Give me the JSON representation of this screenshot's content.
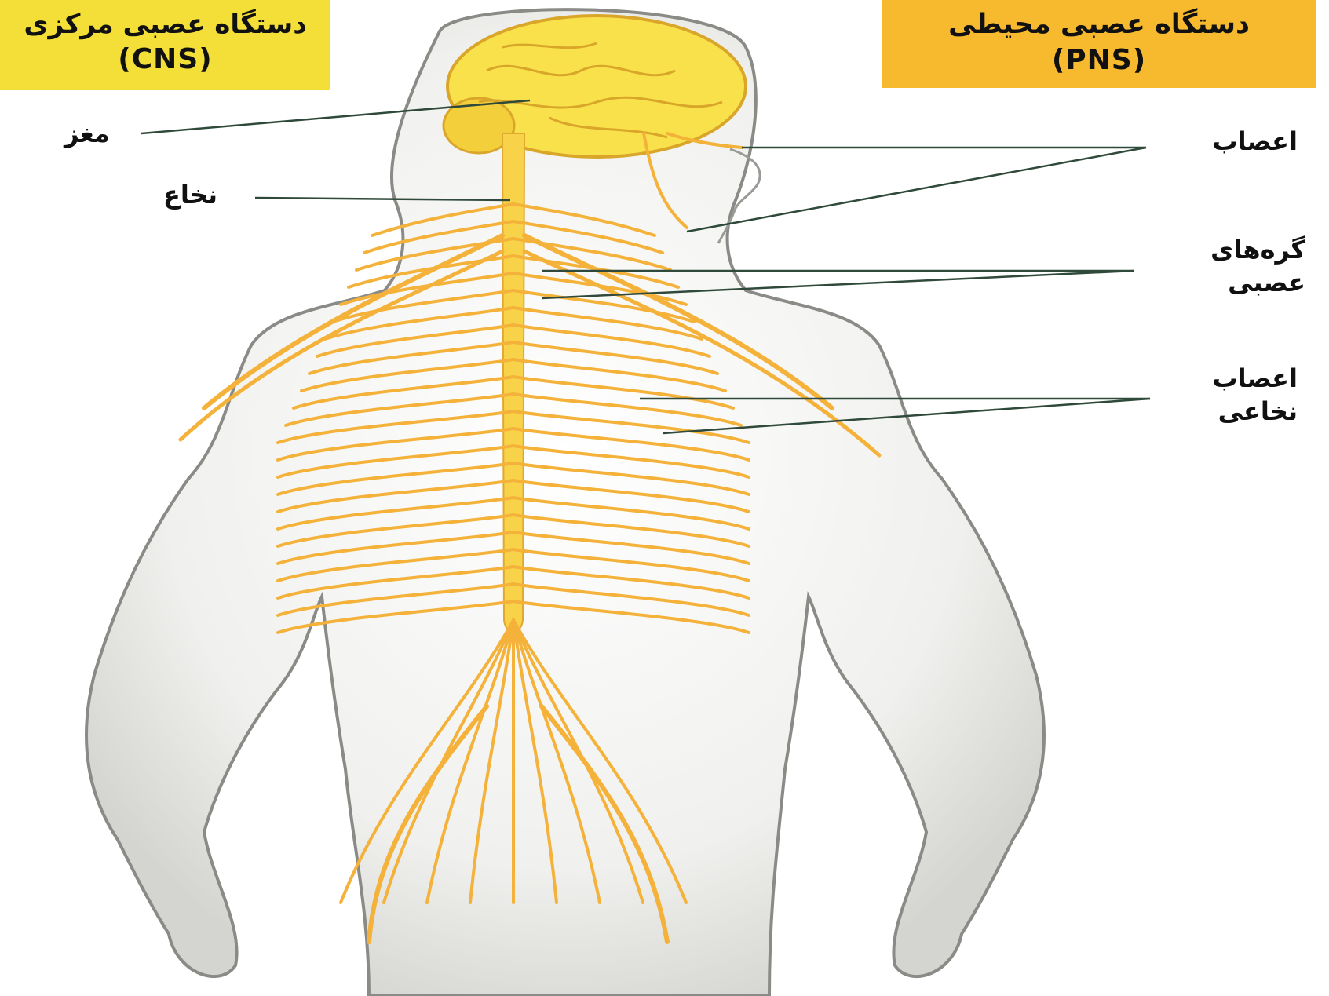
{
  "boxes": {
    "cns": {
      "title": "دستگاه عصبی مرکزی",
      "abbr": "(CNS)",
      "color": "#f3df37"
    },
    "pns": {
      "title": "دستگاه عصبی محیطی",
      "abbr": "(PNS)",
      "color": "#f7b92e"
    }
  },
  "labels": {
    "brain": "مغز",
    "spinal_cord": "نخاع",
    "nerves": "اعصاب",
    "ganglia_line1": "گره‌های",
    "ganglia_line2": "عصبی",
    "spinal_nerves_line1": "اعصاب",
    "spinal_nerves_line2": "نخاعی"
  },
  "colors": {
    "body_fill": "#ececea",
    "body_outline": "#8a8a86",
    "nerve": "#f4b23a",
    "brain": "#f8e14a",
    "leader_line": "#2f4a3a"
  }
}
